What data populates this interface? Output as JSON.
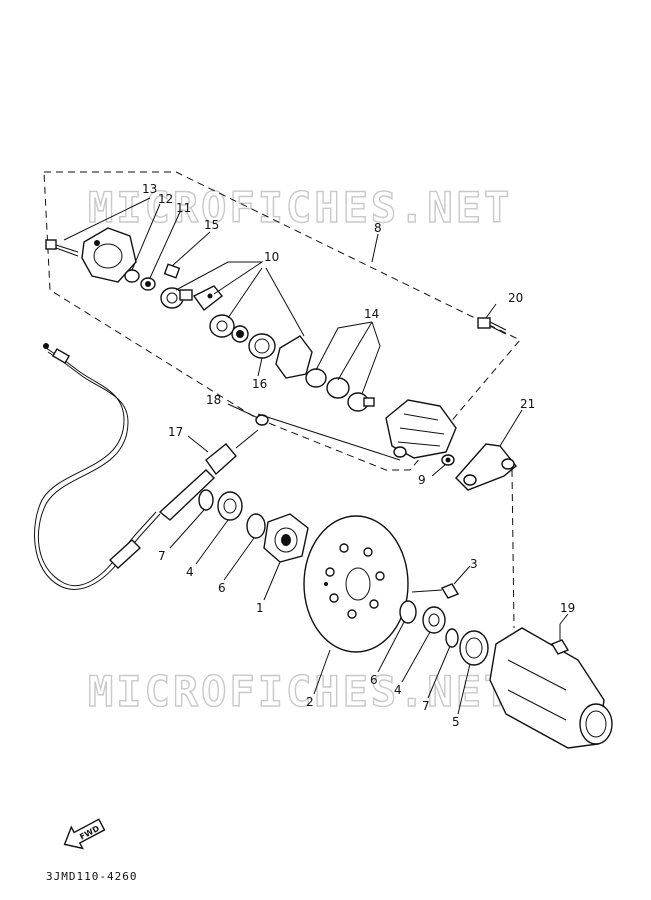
{
  "watermark": {
    "top": "MICROFICHES.NET",
    "bottom": "MICROFICHES.NET"
  },
  "callouts": {
    "c1": "1",
    "c2": "2",
    "c3": "3",
    "c4a": "4",
    "c4b": "4",
    "c5": "5",
    "c6a": "6",
    "c6b": "6",
    "c7a": "7",
    "c7b": "7",
    "c8": "8",
    "c9": "9",
    "c10": "10",
    "c11": "11",
    "c12": "12",
    "c13": "13",
    "c14": "14",
    "c15": "15",
    "c16": "16",
    "c17": "17",
    "c18": "18",
    "c19": "19",
    "c20": "20",
    "c21": "21"
  },
  "fwd_label": "FWD",
  "diagram_code": "3JMD110-4260"
}
